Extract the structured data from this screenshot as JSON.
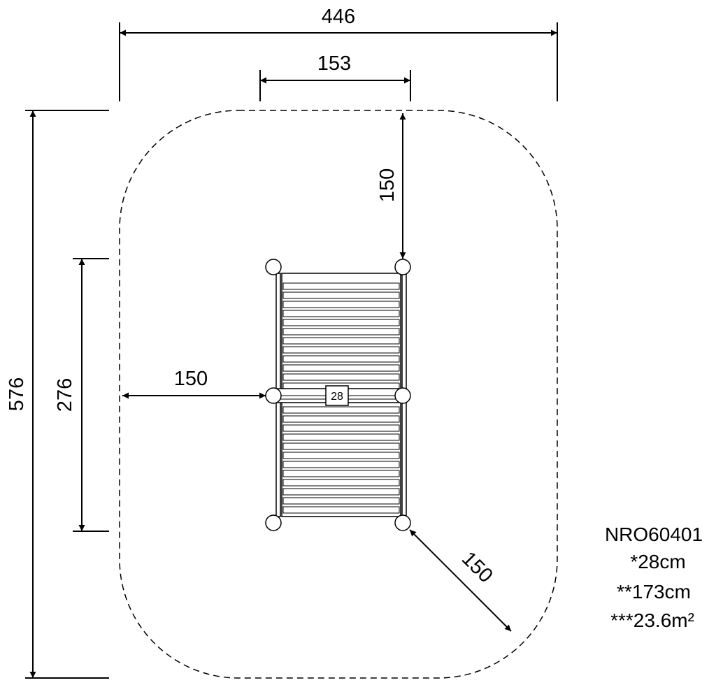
{
  "dimensions": {
    "overall_width": "446",
    "post_spacing_width": "153",
    "top_clearance": "150",
    "left_clearance": "150",
    "corner_clearance": "150",
    "overall_length": "576",
    "post_spacing_length": "276"
  },
  "equipment": {
    "center_tag": "28"
  },
  "specs": {
    "product_code": "NRO60401",
    "platform_height": "*28cm",
    "free_fall_height": "**173cm",
    "impact_area": "***23.6m²"
  },
  "colors": {
    "line": "#000000",
    "background": "#ffffff"
  }
}
